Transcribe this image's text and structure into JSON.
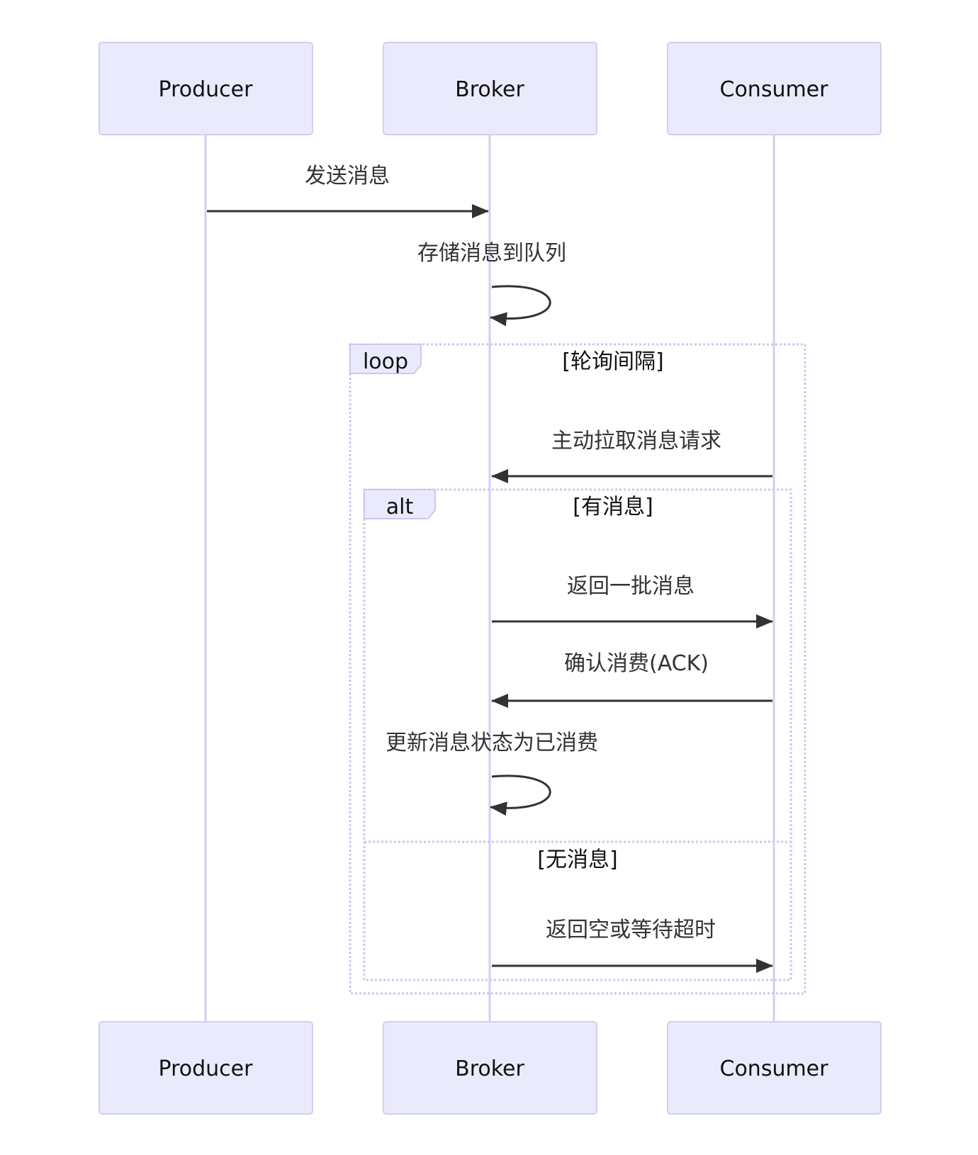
{
  "participants": {
    "producer": "Producer",
    "broker": "Broker",
    "consumer": "Consumer"
  },
  "messages": {
    "send": "发送消息",
    "store": "存储消息到队列",
    "pull_request": "主动拉取消息请求",
    "return_batch": "返回一批消息",
    "ack": "确认消费(ACK)",
    "update_status": "更新消息状态为已消费",
    "return_empty": "返回空或等待超时"
  },
  "frames": {
    "loop": {
      "keyword": "loop",
      "condition": "[轮询间隔]"
    },
    "alt": {
      "keyword": "alt",
      "condition": "[有消息]",
      "else_condition": "[无消息]"
    }
  },
  "colors": {
    "actor_fill": "#eaeafd",
    "actor_stroke": "#d6ccf0",
    "lifeline": "#d6ccf0",
    "message": "#333333"
  }
}
